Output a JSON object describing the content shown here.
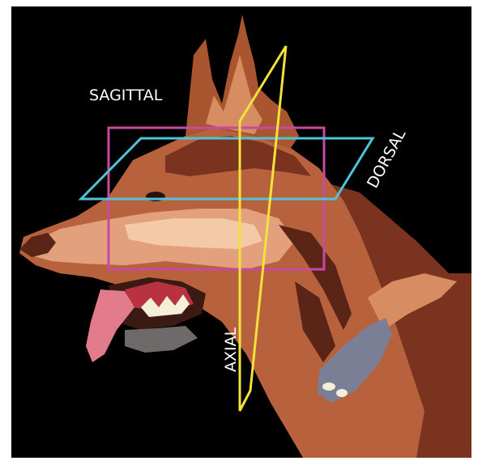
{
  "labels": {
    "sagittal": "SAGITTAL",
    "dorsal": "DORSAL",
    "axial": "AXIAL"
  },
  "colors": {
    "background": "#000000",
    "sagittal_plane": "#c84aa0",
    "dorsal_plane": "#4fc3d8",
    "axial_plane": "#f2e23a",
    "fur_dark": "#6e2f1c",
    "fur_mid": "#b8623d",
    "fur_light": "#e3a07d",
    "fur_pale": "#f3c9a8",
    "collar": "#7b7f96",
    "tongue": "#e27c8c",
    "gum": "#b8323f",
    "teeth": "#f4efd9"
  }
}
